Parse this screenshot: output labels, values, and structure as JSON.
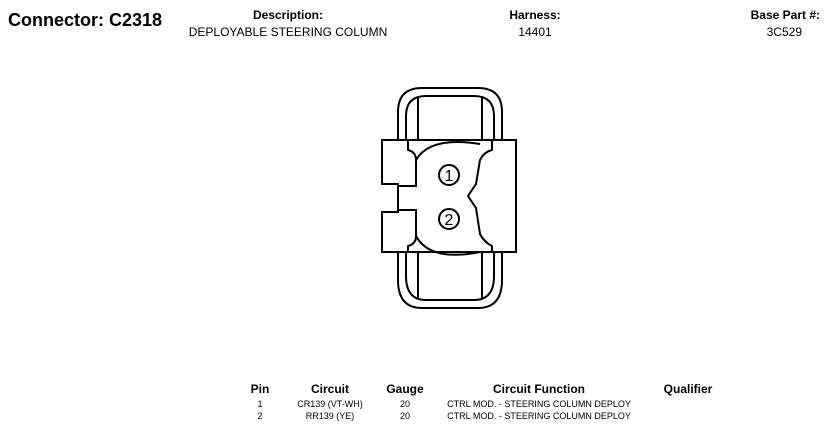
{
  "connector": {
    "title": "Connector: C2318"
  },
  "header": {
    "description_label": "Description:",
    "description_value": "DEPLOYABLE STEERING COLUMN",
    "harness_label": "Harness:",
    "harness_value": "14401",
    "base_part_label": "Base Part #:",
    "base_part_value": "3C529"
  },
  "diagram": {
    "pin_labels": [
      "1",
      "2"
    ]
  },
  "pin_table": {
    "headers": [
      "Pin",
      "Circuit",
      "Gauge",
      "Circuit Function",
      "Qualifier"
    ],
    "rows": [
      {
        "pin": "1",
        "circuit": "CR139 (VT-WH)",
        "gauge": "20",
        "function": "CTRL MOD. - STEERING COLUMN DEPLOY",
        "qualifier": ""
      },
      {
        "pin": "2",
        "circuit": "RR139 (YE)",
        "gauge": "20",
        "function": "CTRL MOD. - STEERING COLUMN DEPLOY",
        "qualifier": ""
      }
    ]
  }
}
